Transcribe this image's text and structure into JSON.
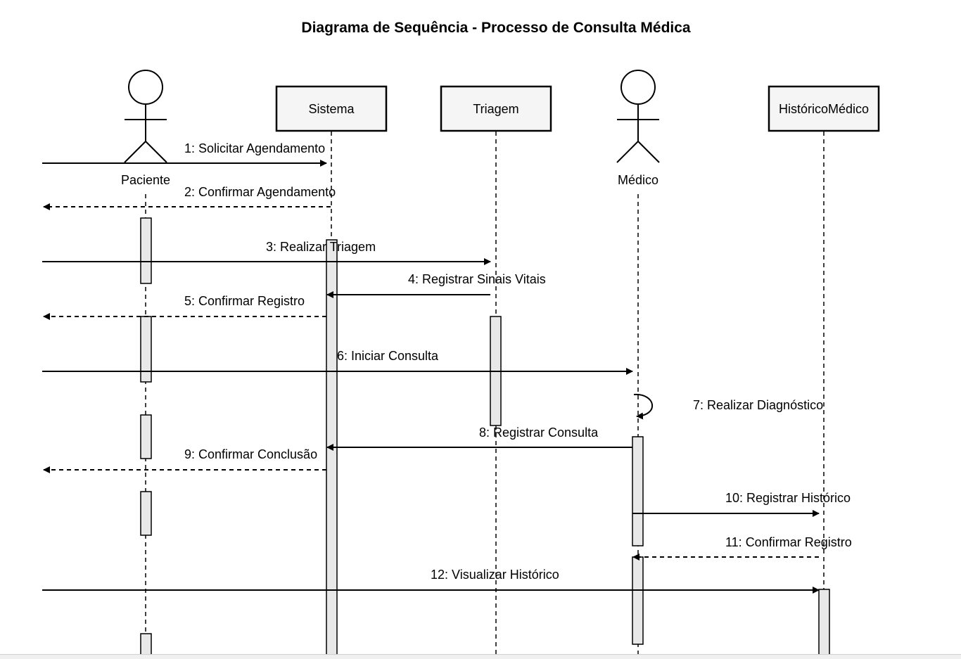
{
  "title": "Diagrama de Sequência - Processo de Consulta Médica",
  "participants": [
    {
      "id": "paciente",
      "label": "Paciente",
      "kind": "actor"
    },
    {
      "id": "sistema",
      "label": "Sistema",
      "kind": "box"
    },
    {
      "id": "triagem",
      "label": "Triagem",
      "kind": "box"
    },
    {
      "id": "medico",
      "label": "Médico",
      "kind": "actor"
    },
    {
      "id": "historico",
      "label": "HistóricoMédico",
      "kind": "box"
    }
  ],
  "messages": [
    {
      "label": "1: Solicitar Agendamento",
      "from": "paciente",
      "to": "sistema",
      "style": "solid"
    },
    {
      "label": "2: Confirmar Agendamento",
      "from": "sistema",
      "to": "paciente",
      "style": "dashed"
    },
    {
      "label": "3: Realizar Triagem",
      "from": "paciente",
      "to": "triagem",
      "style": "solid"
    },
    {
      "label": "4: Registrar Sinais Vitais",
      "from": "triagem",
      "to": "sistema",
      "style": "solid"
    },
    {
      "label": "5: Confirmar Registro",
      "from": "sistema",
      "to": "paciente",
      "style": "dashed"
    },
    {
      "label": "6: Iniciar Consulta",
      "from": "paciente",
      "to": "medico",
      "style": "solid"
    },
    {
      "label": "7: Realizar Diagnóstico",
      "from": "medico",
      "to": "medico",
      "style": "self"
    },
    {
      "label": "8: Registrar Consulta",
      "from": "medico",
      "to": "sistema",
      "style": "solid"
    },
    {
      "label": "9: Confirmar Conclusão",
      "from": "sistema",
      "to": "paciente",
      "style": "dashed"
    },
    {
      "label": "10: Registrar Histórico",
      "from": "medico",
      "to": "historico",
      "style": "solid"
    },
    {
      "label": "11: Confirmar Registro",
      "from": "historico",
      "to": "medico",
      "style": "dashed"
    },
    {
      "label": "12: Visualizar Histórico",
      "from": "paciente",
      "to": "historico",
      "style": "solid"
    }
  ]
}
